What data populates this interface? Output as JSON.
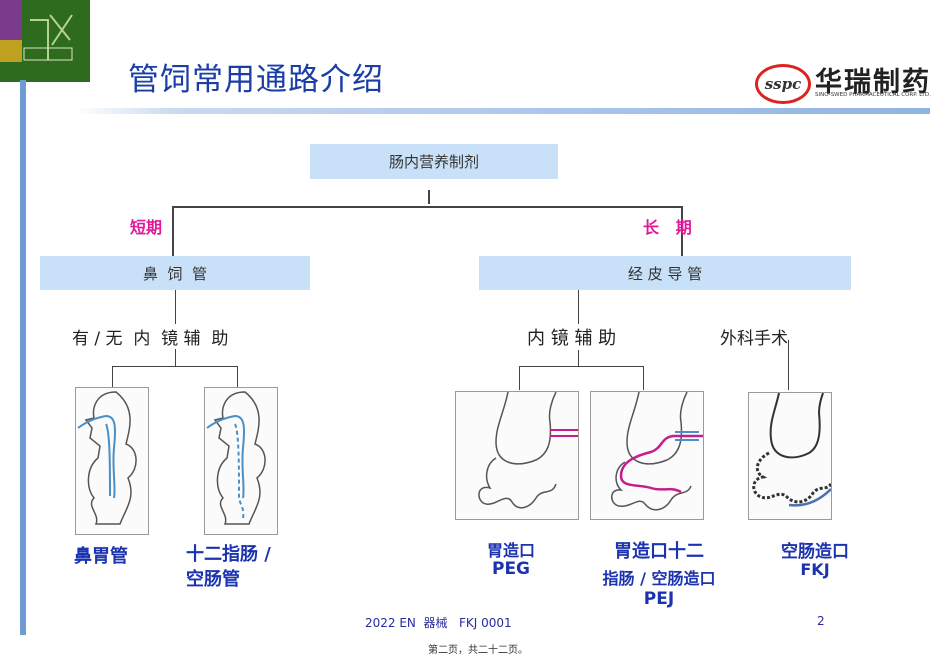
{
  "title": "管饲常用通路介绍",
  "logo": {
    "badge": "sspc",
    "name_cn": "华瑞制药",
    "name_en": "SINO-SWED PHARMACEUTICAL CORP. LTD."
  },
  "chart": {
    "root": "肠内营养制剂",
    "short_term": "短期",
    "long_term": "长   期",
    "nasal": "鼻  饲  管",
    "percutaneous": "经 皮 导 管",
    "endoscopy_optional": "有 / 无  内  镜 辅  助",
    "endoscopy": "内 镜 辅 助",
    "surgery": "外科手术"
  },
  "captions": {
    "ngt": "鼻胃管",
    "nj_line1": "十二指肠 /",
    "nj_line2": "空肠管",
    "peg_line1": "胃造口",
    "peg_line2": "PEG",
    "pej_line1": "胃造口十二",
    "pej_line2": "指肠 / 空肠造口",
    "pej_line3": "PEJ",
    "fkj_line1": "空肠造口",
    "fkj_line2": "FKJ"
  },
  "footer": {
    "text": "2022 EN  器械   FKJ 0001",
    "slide_number": "2"
  },
  "page_label": "第二页，共二十二页。",
  "colors": {
    "title": "#1a3da6",
    "box": "#c8e1f8",
    "accent": "#e0189a",
    "caption": "#1c33b0",
    "tube_blue": "#4a90c8",
    "tube_magenta": "#c81c8c"
  }
}
